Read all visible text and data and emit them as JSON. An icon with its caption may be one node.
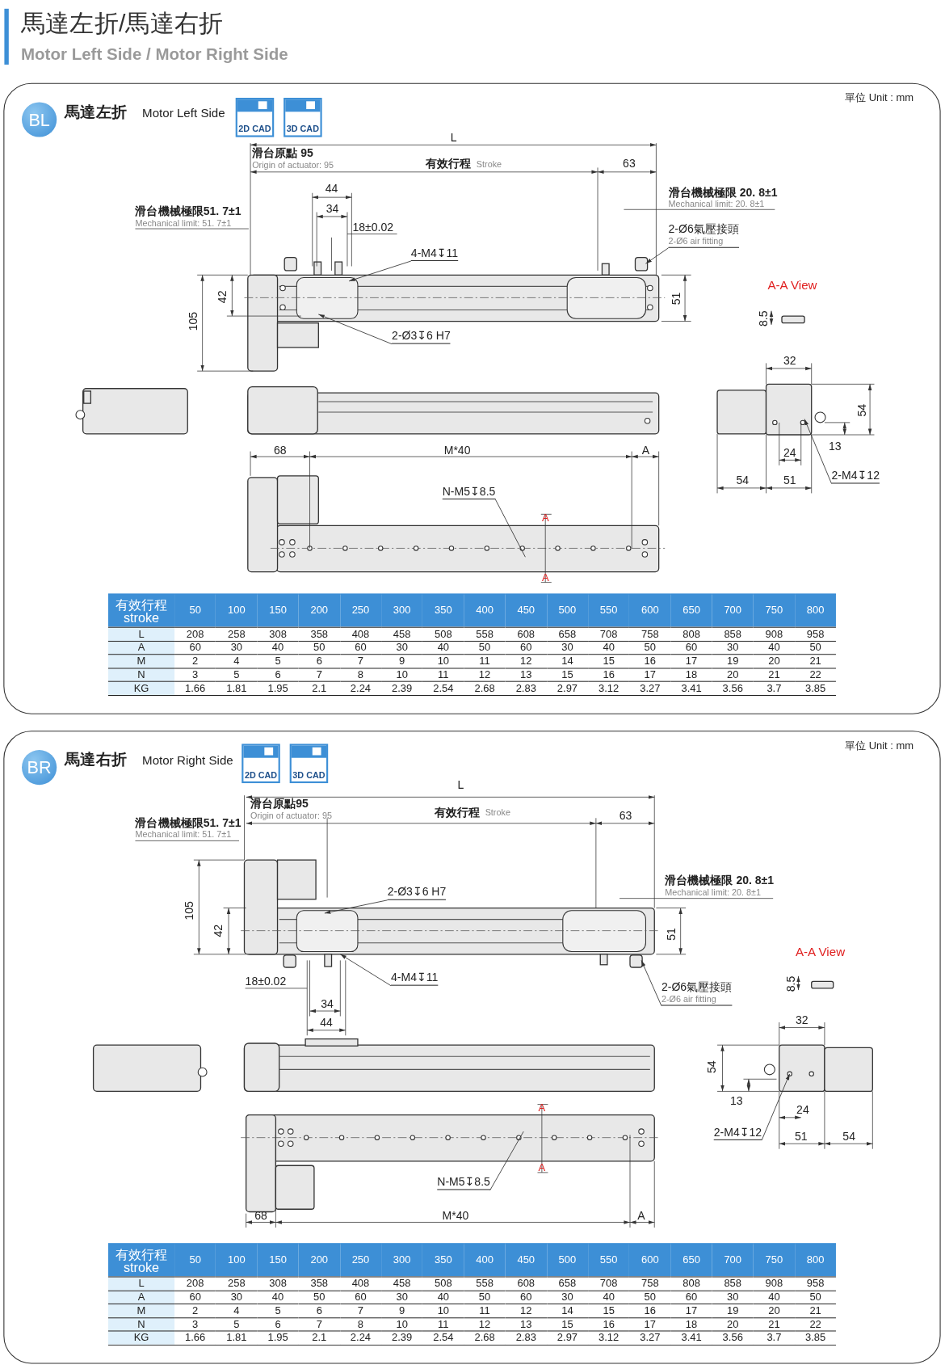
{
  "diagram": {
    "title": "馬達左折/馬達右折",
    "nodes": [
      {
        "text": [
          "馬達左折",
          "Motor Left Side"
        ]
      },
      {
        "text": [
          "BL"
        ],
        "in": 0
      },
      {
        "text": [
          "2D CAD"
        ],
        "in": 0
      },
      {
        "text": [
          "3D CAD"
        ],
        "in": 0
      },
      {
        "text": [
          "2-Ø3↧6 H7"
        ],
        "in": 0
      },
      {
        "text": [
          "4-M4↧11"
        ],
        "in": 0
      },
      {
        "text": [
          "2-Ø6氣壓接頭",
          "2-Ø6 air fitting"
        ],
        "in": 0
      },
      {
        "text": [
          "2-M4↧12"
        ],
        "in": 0
      },
      {
        "text": [
          "N-M5↧8.5"
        ],
        "in": 0
      },
      {
        "text": [
          "馬達右折",
          "Motor Right Side"
        ]
      },
      {
        "text": [
          "BR"
        ],
        "in": 9
      },
      {
        "text": [
          "2D CAD"
        ],
        "in": 9
      },
      {
        "text": [
          "3D CAD"
        ],
        "in": 9
      },
      {
        "text": [
          "2-Ø3↧6 H7"
        ],
        "in": 9
      },
      {
        "text": [
          "4-M4↧11"
        ],
        "in": 9
      },
      {
        "text": [
          "2-Ø6氣壓接頭",
          "2-Ø6 air fitting"
        ],
        "in": 9
      },
      {
        "text": [
          "2-M4↧12"
        ],
        "in": 9
      },
      {
        "text": [
          "N-M5↧8.5"
        ],
        "in": 9
      }
    ],
    "edges": [
      {
        "from": 4,
        "to": null,
        "arrow": "to"
      },
      {
        "from": 5,
        "to": null,
        "arrow": "to"
      },
      {
        "from": 6,
        "to": null,
        "arrow": "to"
      },
      {
        "from": 7,
        "to": null,
        "arrow": "to"
      },
      {
        "from": 8,
        "to": null,
        "arrow": "none"
      },
      {
        "from": 13,
        "to": null,
        "arrow": "to"
      },
      {
        "from": 14,
        "to": null,
        "arrow": "to"
      },
      {
        "from": 15,
        "to": null,
        "arrow": "to"
      },
      {
        "from": 16,
        "to": null,
        "arrow": "to"
      },
      {
        "from": 17,
        "to": null,
        "arrow": "none"
      }
    ],
    "labels": [
      "Motor Left Side / Motor Right Side",
      "單位 Unit : mm",
      "L",
      "滑台原點 95",
      "Origin of actuator: 95",
      "有效行程",
      "Stroke",
      "63",
      "44",
      "滑台機械極限 20. 8±1",
      "Mechanical limit: 20. 8±1",
      "34",
      "滑台機械極限51. 7±1",
      "Mechanical limit: 51. 7±1",
      "18±0.02",
      "A-A View",
      "105",
      "42",
      "51",
      "8.5",
      "32",
      "54",
      "24",
      "13",
      "68",
      "M*40",
      "A",
      "54",
      "51",
      "A",
      "A",
      "有效行程 stroke",
      "50",
      "100",
      "150",
      "200",
      "250",
      "300",
      "350",
      "400",
      "450",
      "500",
      "550",
      "600",
      "650",
      "700",
      "750",
      "800",
      "L",
      "208",
      "258",
      "308",
      "358",
      "408",
      "458",
      "508",
      "558",
      "608",
      "658",
      "708",
      "758",
      "808",
      "858",
      "908",
      "958",
      "A",
      "60",
      "30",
      "40",
      "50",
      "60",
      "30",
      "40",
      "50",
      "60",
      "30",
      "40",
      "50",
      "60",
      "30",
      "40",
      "50",
      "M",
      "2",
      "4",
      "5",
      "6",
      "7",
      "9",
      "10",
      "11",
      "12",
      "14",
      "15",
      "16",
      "17",
      "19",
      "20",
      "21",
      "N",
      "3",
      "5",
      "6",
      "7",
      "8",
      "10",
      "11",
      "12",
      "13",
      "15",
      "16",
      "17",
      "18",
      "20",
      "21",
      "22",
      "KG",
      "1.66",
      "1.81",
      "1.95",
      "2.1",
      "2.24",
      "2.39",
      "2.54",
      "2.68",
      "2.83",
      "2.97",
      "3.12",
      "3.27",
      "3.41",
      "3.56",
      "3.7",
      "3.85",
      "單位 Unit : mm",
      "L",
      "滑台原點95",
      "Origin of actuator: 95",
      "有效行程",
      "Stroke",
      "63",
      "滑台機械極限51. 7±1",
      "Mechanical limit: 51. 7±1",
      "滑台機械極限 20. 8±1",
      "Mechanical limit: 20. 8±1",
      "105",
      "42",
      "51",
      "A-A View",
      "18±0.02",
      "8.5",
      "34",
      "44",
      "32",
      "54",
      "13",
      "A",
      "24",
      "51",
      "54",
      "A",
      "68",
      "M*40",
      "A",
      "有效行程 stroke",
      "50",
      "100",
      "150",
      "200",
      "250",
      "300",
      "350",
      "400",
      "450",
      "500",
      "550",
      "600",
      "650",
      "700",
      "750",
      "800",
      "L",
      "208",
      "258",
      "308",
      "358",
      "408",
      "458",
      "508",
      "558",
      "608",
      "658",
      "708",
      "758",
      "808",
      "858",
      "908",
      "958",
      "A",
      "60",
      "30",
      "40",
      "50",
      "60",
      "30",
      "40",
      "50",
      "60",
      "30",
      "40",
      "50",
      "60",
      "30",
      "40",
      "50",
      "M",
      "2",
      "4",
      "5",
      "6",
      "7",
      "9",
      "10",
      "11",
      "12",
      "14",
      "15",
      "16",
      "17",
      "19",
      "20",
      "21",
      "N",
      "3",
      "5",
      "6",
      "7",
      "8",
      "10",
      "11",
      "12",
      "13",
      "15",
      "16",
      "17",
      "18",
      "20",
      "21",
      "22",
      "KG",
      "1.66",
      "1.81",
      "1.95",
      "2.1",
      "2.24",
      "2.39",
      "2.54",
      "2.68",
      "2.83",
      "2.97",
      "3.12",
      "3.27",
      "3.41",
      "3.56",
      "3.7",
      "3.85"
    ]
  }
}
